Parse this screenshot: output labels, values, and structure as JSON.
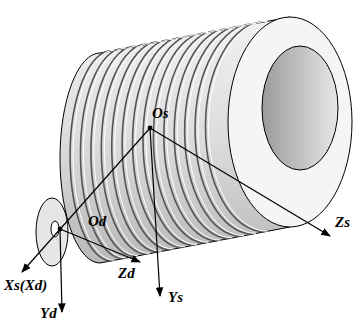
{
  "diagram": {
    "labels": [
      "Os",
      "Zs",
      "Ys",
      "Xs(Xd)",
      "Od",
      "Yd",
      "Zd"
    ]
  }
}
